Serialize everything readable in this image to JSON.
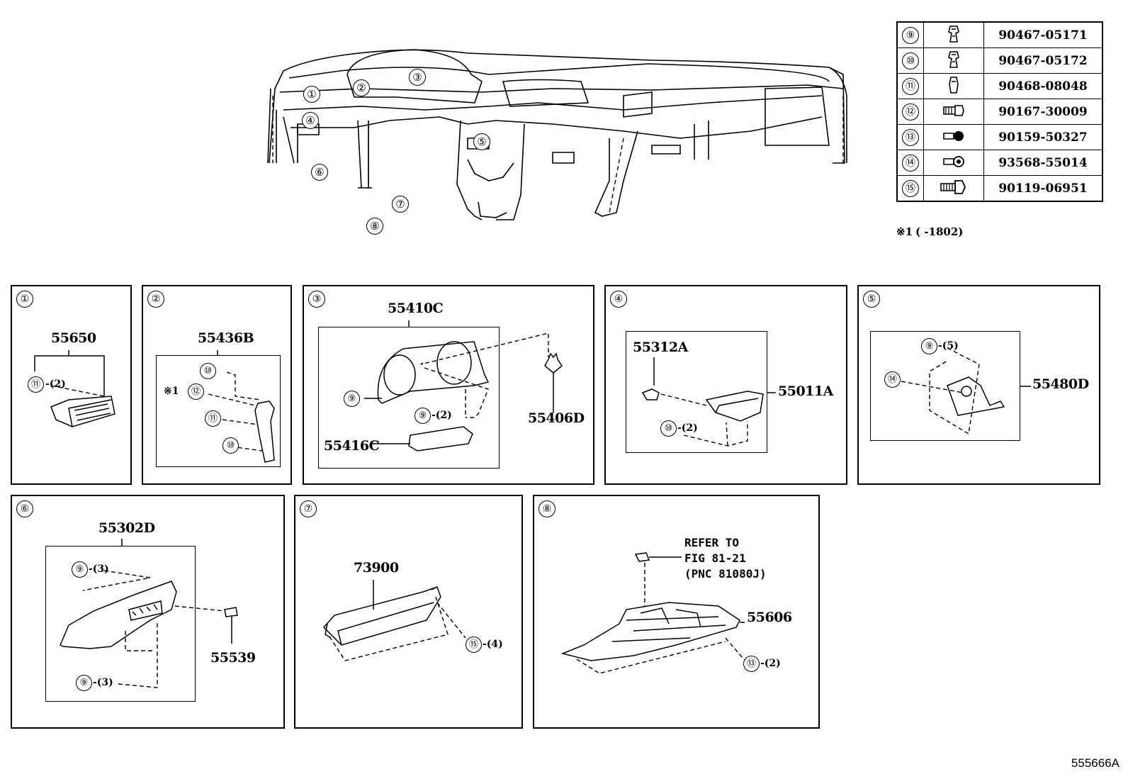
{
  "overview": {
    "callouts": [
      "①",
      "②",
      "③",
      "④",
      "⑤",
      "⑥",
      "⑦",
      "⑧"
    ]
  },
  "fasteners": [
    {
      "num": "⑨",
      "icon": "clip-icon",
      "part": "90467-05171"
    },
    {
      "num": "⑩",
      "icon": "clip-icon",
      "part": "90467-05172"
    },
    {
      "num": "⑪",
      "icon": "clip-icon",
      "part": "90468-08048"
    },
    {
      "num": "⑫",
      "icon": "screw-icon",
      "part": "90167-30009"
    },
    {
      "num": "⑬",
      "icon": "screw-icon",
      "part": "90159-50327"
    },
    {
      "num": "⑭",
      "icon": "screw-icon",
      "part": "93568-55014"
    },
    {
      "num": "⑮",
      "icon": "bolt-icon",
      "part": "90119-06951"
    }
  ],
  "note": {
    "mark": "※1",
    "text": "(      -1802)"
  },
  "panels": {
    "p1": {
      "num": "①",
      "part": "55650",
      "c1": "⑪",
      "q1": "-(2)"
    },
    "p2": {
      "num": "②",
      "part": "55436B",
      "c1": "⑩",
      "c2": "⑫",
      "c3": "⑪",
      "c4": "⑩",
      "star": "※1"
    },
    "p3": {
      "num": "③",
      "part1": "55410C",
      "part2": "55406D",
      "part3": "55416C",
      "c1": "⑨",
      "c2": "⑨",
      "q2": "-(2)"
    },
    "p4": {
      "num": "④",
      "part1": "55312A",
      "part2": "55011A",
      "c1": "⑩",
      "q1": "-(2)"
    },
    "p5": {
      "num": "⑤",
      "part": "55480D",
      "c1": "⑨",
      "q1": "-(5)",
      "c2": "⑭"
    },
    "p6": {
      "num": "⑥",
      "part1": "55302D",
      "part2": "55539",
      "c1": "⑨",
      "q1": "-(3)",
      "c2": "⑨",
      "q2": "-(3)"
    },
    "p7": {
      "num": "⑦",
      "part": "73900",
      "c1": "⑮",
      "q1": "-(4)"
    },
    "p8": {
      "num": "⑧",
      "part": "55606",
      "c1": "⑬",
      "q1": "-(2)",
      "ref1": "REFER TO",
      "ref2": "FIG 81-21",
      "ref3": "(PNC 81080J)"
    }
  },
  "figure_id": "555666A"
}
